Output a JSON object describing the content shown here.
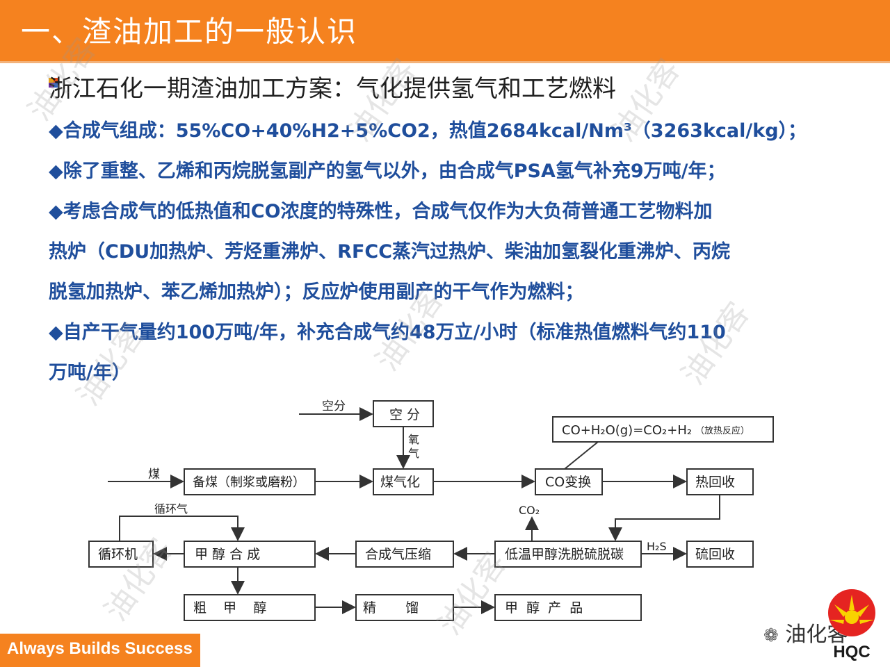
{
  "header": {
    "title": "一、渣油加工的一般认识"
  },
  "subtitle": "浙江石化一期渣油加工方案：气化提供氢气和工艺燃料",
  "bullets": {
    "b1": "◆合成气组成：55%CO+40%H2+5%CO2，热值2684kcal/Nm³（3263kcal/kg）；",
    "b2": "◆除了重整、乙烯和丙烷脱氢副产的氢气以外，由合成气PSA氢气补充9万吨/年；",
    "b3_l1": "◆考虑合成气的低热值和CO浓度的特殊性，合成气仅作为大负荷普通工艺物料加",
    "b3_l2": "热炉（CDU加热炉、芳烃重沸炉、RFCC蒸汽过热炉、柴油加氢裂化重沸炉、丙烷",
    "b3_l3": "脱氢加热炉、苯乙烯加热炉）；反应炉使用副产的干气作为燃料；",
    "b4_l1": "◆自产干气量约100万吨/年，补充合成气约48万立/小时（标准热值燃料气约110",
    "b4_l2": "万吨/年）"
  },
  "diagram": {
    "kongfen": "空 分",
    "kongfen_in": "空分",
    "oxygen": "氧\n气",
    "oxygen_1": "氧",
    "oxygen_2": "气",
    "coal": "煤",
    "beimei": "备煤（制浆或磨粉）",
    "meiqihua": "煤气化",
    "co_shift": "CO变换",
    "reaction": "CO+H₂O(g)=CO₂+H₂",
    "reaction_note": "（放热反应）",
    "heat_recovery": "热回收",
    "xunhuanqi": "循环气",
    "co2": "CO₂",
    "h2s": "H₂S",
    "xunhuanji": "循环机",
    "methanol_synth": "甲 醇 合 成",
    "compress": "合成气压缩",
    "rectisol": "低温甲醇洗脱硫脱碳",
    "sulfur": "硫回收",
    "crude_methanol": "粗    甲    醇",
    "distill": "精       馏",
    "product": "甲  醇  产  品"
  },
  "footer": {
    "slogan": "Always Builds Success"
  },
  "watermarks": [
    "油化客",
    "油化客",
    "油化客",
    "油化客",
    "油化客",
    "油化客",
    "油化客",
    "油化客"
  ],
  "wechat": {
    "name": "油化客"
  },
  "logo": {
    "text": "HQC"
  },
  "colors": {
    "header": "#f5821f",
    "body_text": "#1f4e9c"
  }
}
